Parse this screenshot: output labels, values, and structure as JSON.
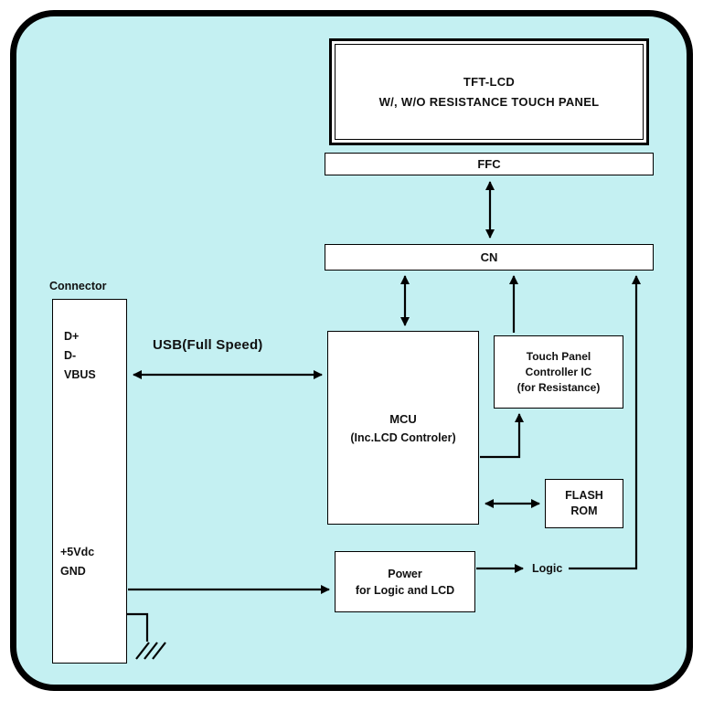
{
  "diagram": {
    "tft": {
      "line1": "TFT-LCD",
      "line2": "W/, W/O RESISTANCE TOUCH PANEL"
    },
    "ffc": "FFC",
    "cn": "CN",
    "connector": {
      "title": "Connector",
      "pins_top": [
        "D+",
        "D-",
        "VBUS"
      ],
      "pins_bottom": [
        "+5Vdc",
        "GND"
      ]
    },
    "usb_label": "USB(Full Speed)",
    "mcu": {
      "line1": "MCU",
      "line2": "(Inc.LCD Controler)"
    },
    "touch": {
      "line1": "Touch Panel",
      "line2": "Controller  IC",
      "line3": "(for Resistance)"
    },
    "flash": {
      "line1": "FLASH",
      "line2": "ROM"
    },
    "power": {
      "line1": "Power",
      "line2": "for Logic and LCD"
    },
    "logic_label": "Logic",
    "colors": {
      "background": "#c4f0f2",
      "line": "#000000",
      "box_fill": "#ffffff"
    }
  }
}
